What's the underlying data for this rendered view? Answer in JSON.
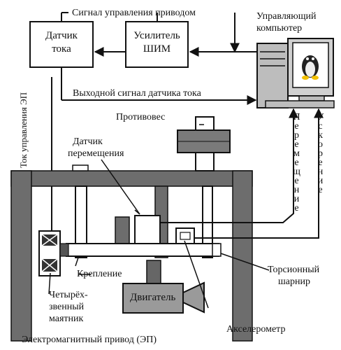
{
  "labels": {
    "control_signal": "Сигнал управления приводом",
    "computer_line1": "Управляющий",
    "computer_line2": "компьютер",
    "sensor_line1": "Датчик",
    "sensor_line2": "тока",
    "amp_line1": "Усилитель",
    "amp_line2": "ШИМ",
    "current_output": "Выходной сигнал датчика тока",
    "counterweight": "Противовес",
    "disp_sensor_line1": "Датчик",
    "disp_sensor_line2": "перемещения",
    "current_control": "Ток управления ЭП",
    "displacement_vertical": "Перемещение",
    "acceleration_vertical": "Ускорение",
    "mount": "Крепление",
    "torsion_line1": "Торсионный",
    "torsion_line2": "шарнир",
    "pendulum_line1": "Четырёх-",
    "pendulum_line2": "звенный",
    "pendulum_line3": "маятник",
    "motor": "Двигатель",
    "accelerometer": "Акселерометр",
    "em_drive": "Электромагнитный привод (ЭП)"
  },
  "colors": {
    "frame": "#6d6d6d",
    "counterweight": "#7a7a7a",
    "motor": "#9a9a9a",
    "line": "#111111"
  }
}
